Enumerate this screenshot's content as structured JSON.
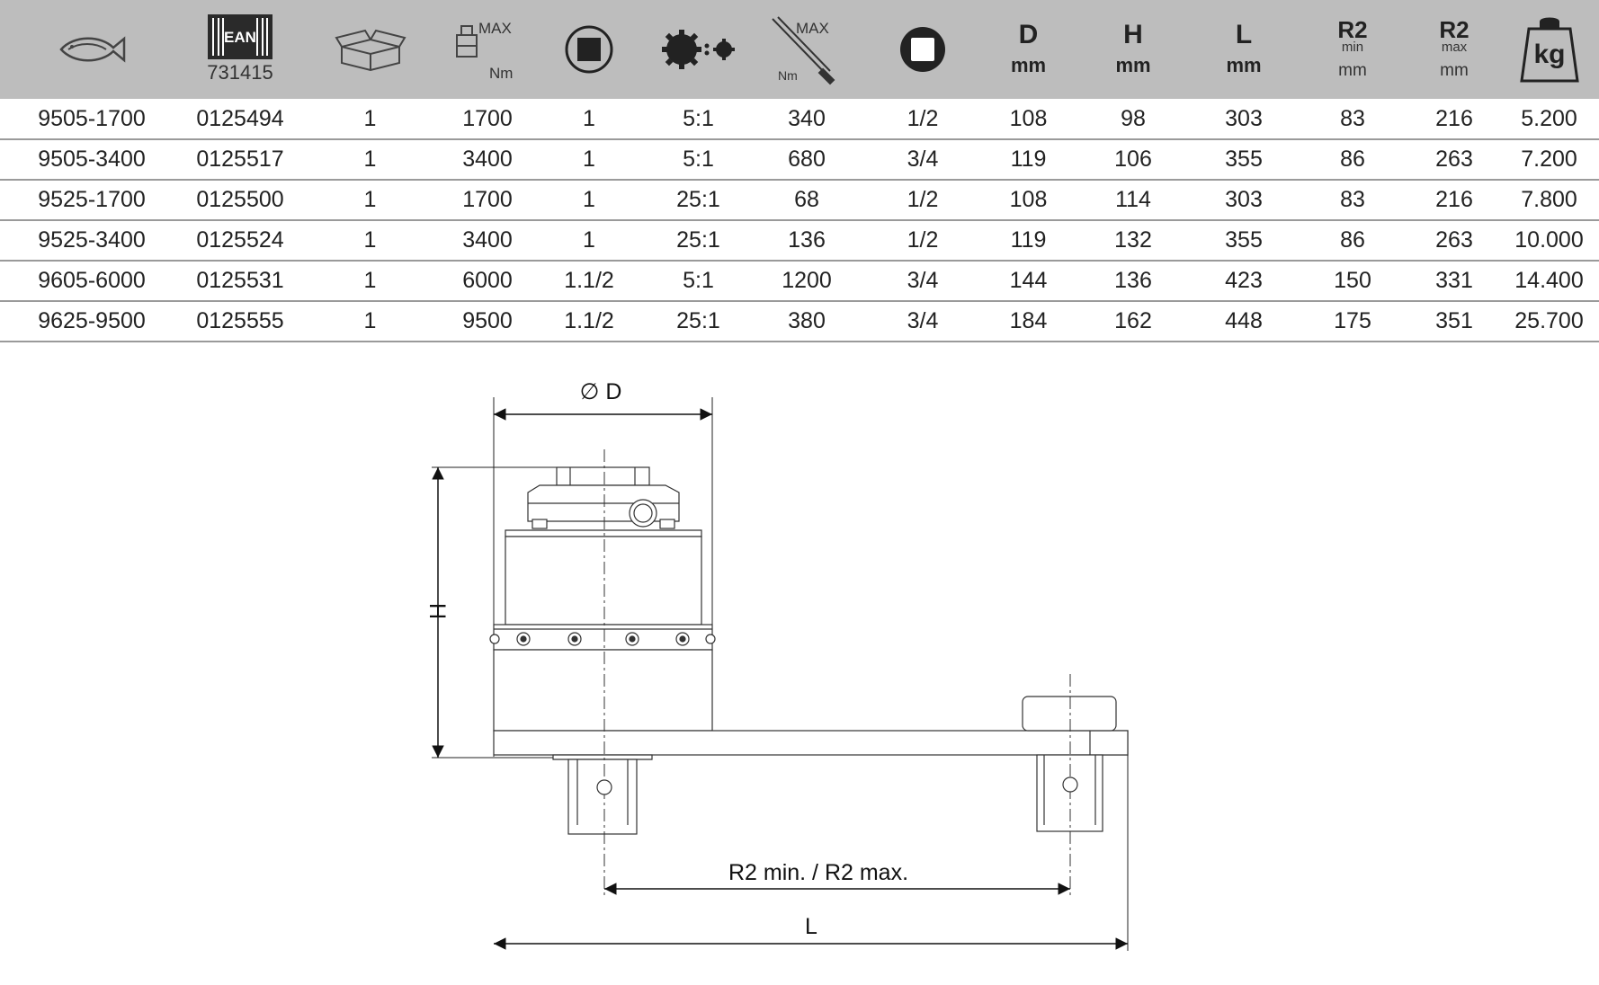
{
  "header": {
    "ean_code": "731415",
    "max_label": "MAX",
    "nm_label": "Nm",
    "d_label": "D",
    "h_label": "H",
    "l_label": "L",
    "mm_label": "mm",
    "r2_label": "R2",
    "min_label": "min",
    "max_small_label": "max",
    "kg_label": "kg",
    "ean_badge": "EAN"
  },
  "rows": [
    [
      "9505-1700",
      "0125494",
      "1",
      "1700",
      "1",
      "5:1",
      "340",
      "1/2",
      "108",
      "98",
      "303",
      "83",
      "216",
      "5.200"
    ],
    [
      "9505-3400",
      "0125517",
      "1",
      "3400",
      "1",
      "5:1",
      "680",
      "3/4",
      "119",
      "106",
      "355",
      "86",
      "263",
      "7.200"
    ],
    [
      "9525-1700",
      "0125500",
      "1",
      "1700",
      "1",
      "25:1",
      "68",
      "1/2",
      "108",
      "114",
      "303",
      "83",
      "216",
      "7.800"
    ],
    [
      "9525-3400",
      "0125524",
      "1",
      "3400",
      "1",
      "25:1",
      "136",
      "1/2",
      "119",
      "132",
      "355",
      "86",
      "263",
      "10.000"
    ],
    [
      "9605-6000",
      "0125531",
      "1",
      "6000",
      "1.1/2",
      "5:1",
      "1200",
      "3/4",
      "144",
      "136",
      "423",
      "150",
      "331",
      "14.400"
    ],
    [
      "9625-9500",
      "0125555",
      "1",
      "9500",
      "1.1/2",
      "25:1",
      "380",
      "3/4",
      "184",
      "162",
      "448",
      "175",
      "351",
      "25.700"
    ]
  ],
  "drawing": {
    "dia_label": "∅ D",
    "h_label": "H",
    "r2_label": "R2 min. / R2 max.",
    "l_label": "L"
  },
  "colors": {
    "header_bg": "#bdbdbd",
    "row_rule": "#9a9a9a",
    "ink": "#222222"
  }
}
